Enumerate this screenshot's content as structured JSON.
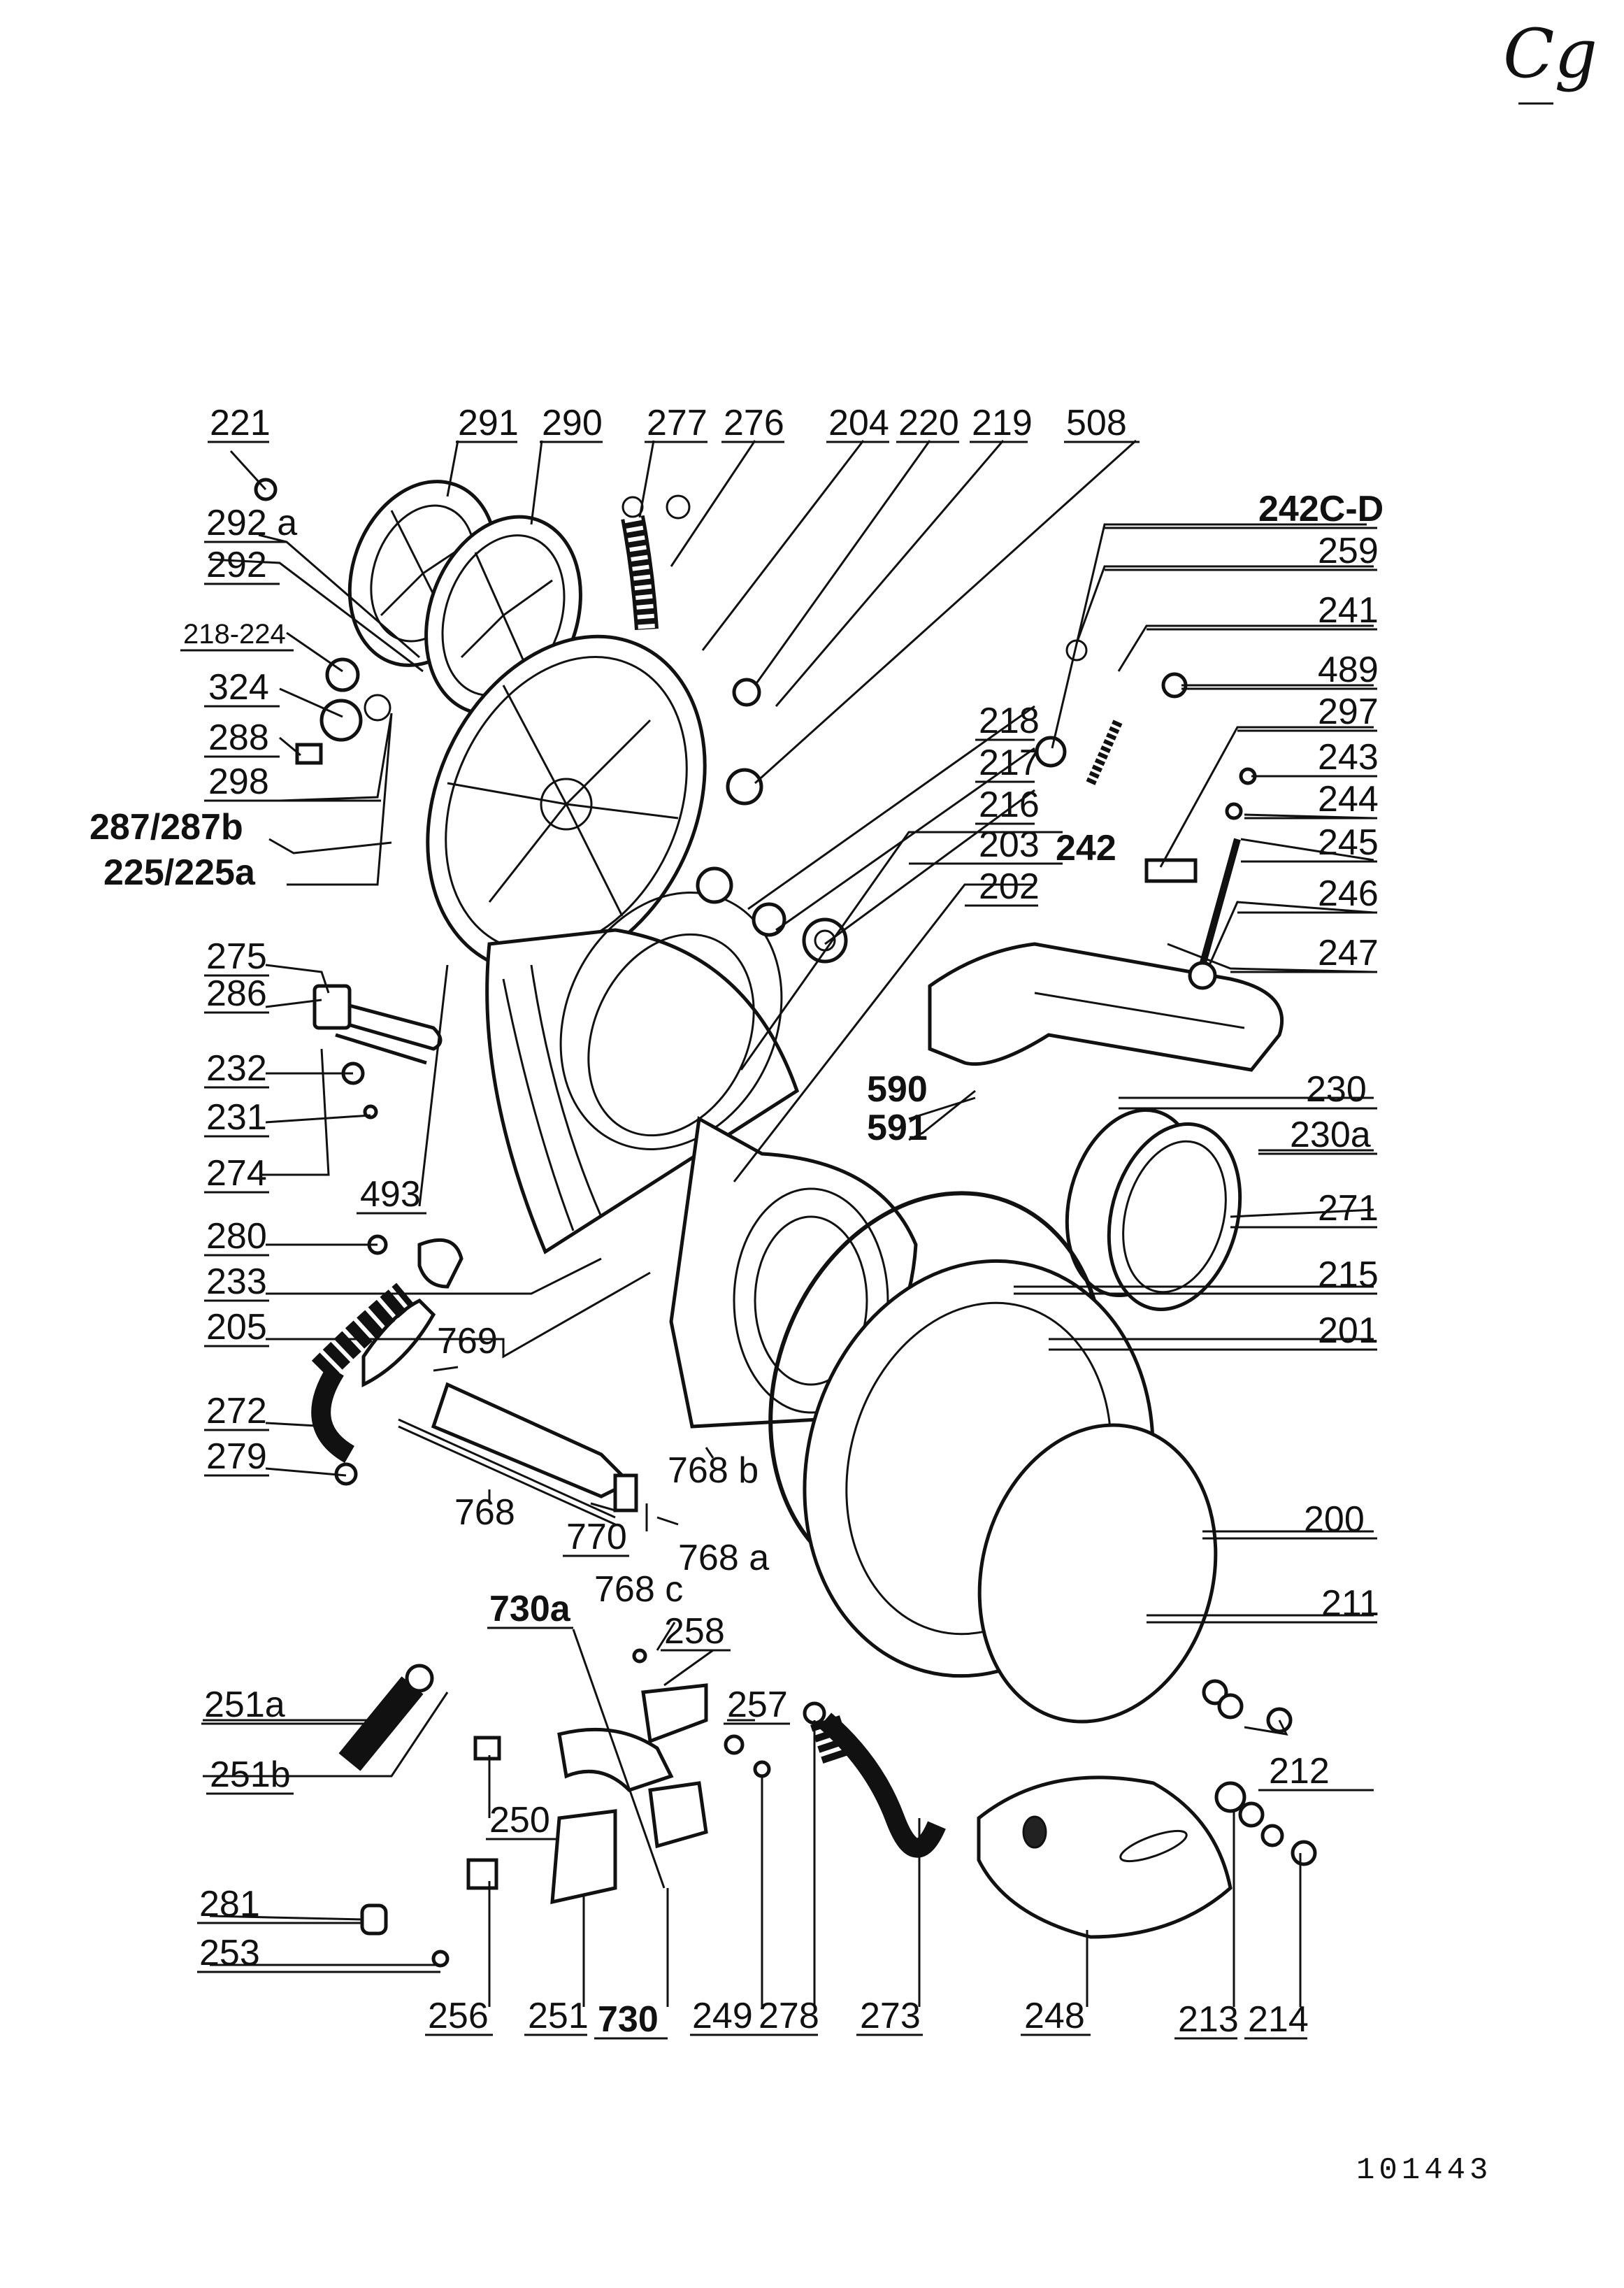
{
  "sheet": {
    "code": "Cg",
    "document_number": "101443"
  },
  "diagram_type": "exploded parts view",
  "labels": {
    "l221": "221",
    "l291": "291",
    "l290": "290",
    "l277": "277",
    "l276": "276",
    "l204": "204",
    "l220": "220",
    "l219": "219",
    "l508": "508",
    "l242cd": "242C-D",
    "l259": "259",
    "l241": "241",
    "l489": "489",
    "l297": "297",
    "l243": "243",
    "l244": "244",
    "l245": "245",
    "l246": "246",
    "l247": "247",
    "l292a": "292 a",
    "l292": "292",
    "l218_224": "218-224",
    "l324": "324",
    "l288": "288",
    "l298": "298",
    "l287": "287/287b",
    "l225": "225/225a",
    "l218": "218",
    "l217": "217",
    "l216": "216",
    "l203": "203",
    "l242": "242",
    "l202": "202",
    "l275": "275",
    "l286": "286",
    "l232": "232",
    "l231": "231",
    "l274": "274",
    "l493": "493",
    "l590": "590",
    "l591": "591",
    "l230": "230",
    "l230a": "230a",
    "l271": "271",
    "l215": "215",
    "l201": "201",
    "l280": "280",
    "l233": "233",
    "l205": "205",
    "l769": "769",
    "l272": "272",
    "l279": "279",
    "l768": "768",
    "l770": "770",
    "l768b": "768 b",
    "l768a": "768 a",
    "l768c": "768 c",
    "l200": "200",
    "l211": "211",
    "l730a": "730a",
    "l258": "258",
    "l257": "257",
    "l251a": "251a",
    "l251b": "251b",
    "l250": "250",
    "l212": "212",
    "l281": "281",
    "l253": "253",
    "l256": "256",
    "l251": "251",
    "l730": "730",
    "l249": "249",
    "l278": "278",
    "l273": "273",
    "l248": "248",
    "l213": "213",
    "l214": "214"
  }
}
